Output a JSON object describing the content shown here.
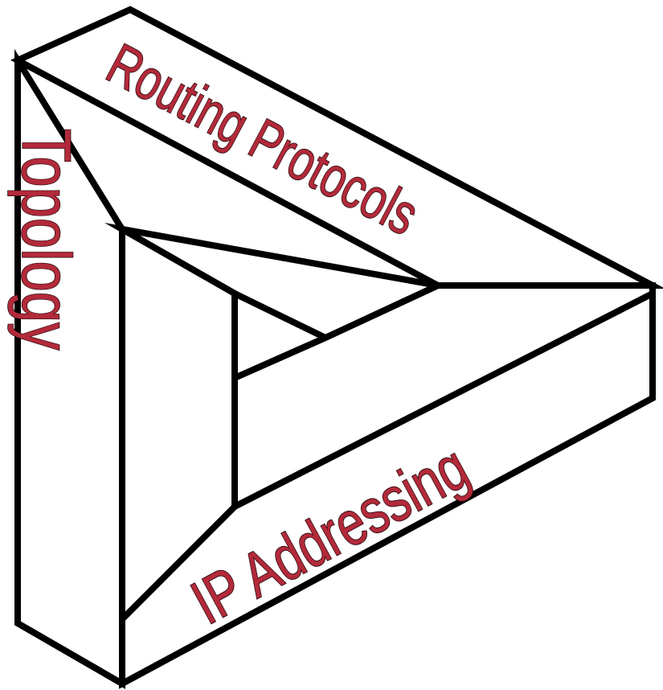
{
  "figure": {
    "shape": "impossible-triangle",
    "labels": {
      "topology": "Topology",
      "routing_protocols": "Routing Protocols",
      "ip_addressing": "IP Addressing"
    },
    "colors": {
      "label_fill": "#b22a3a",
      "label_outline": "#2a0a0e",
      "stroke": "#000000",
      "background": "#ffffff"
    }
  }
}
